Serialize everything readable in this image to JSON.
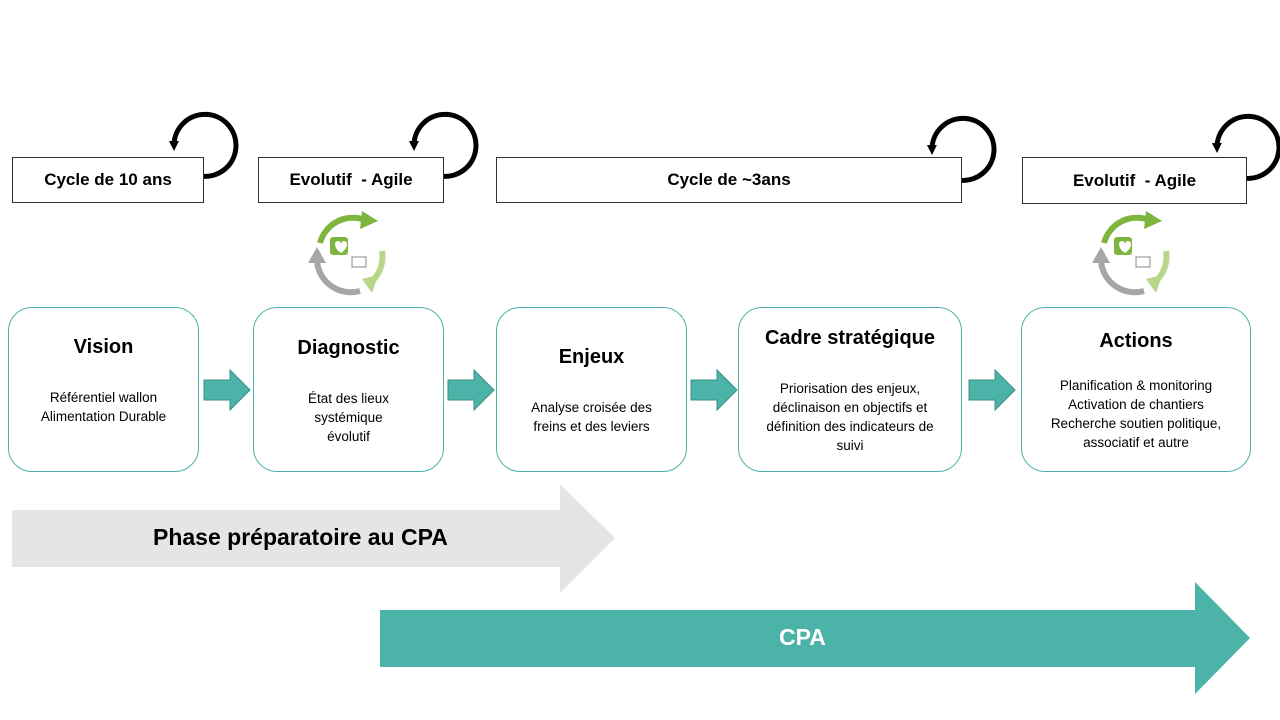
{
  "cycles": [
    {
      "label": "Cycle de 10 ans"
    },
    {
      "label": "Evolutif  - Agile"
    },
    {
      "label": "Cycle de ~3ans"
    },
    {
      "label": "Evolutif  - Agile"
    }
  ],
  "stages": [
    {
      "title": "Vision",
      "lines": [
        "Référentiel wallon",
        "Alimentation Durable"
      ]
    },
    {
      "title": "Diagnostic",
      "lines": [
        "État des lieux",
        "systémique",
        "évolutif"
      ]
    },
    {
      "title": "Enjeux",
      "lines": [
        "Analyse croisée des",
        "freins et des leviers"
      ]
    },
    {
      "title": "Cadre stratégique",
      "lines": [
        "Priorisation des enjeux,",
        "déclinaison en objectifs et",
        "définition des indicateurs de",
        "suivi"
      ]
    },
    {
      "title": "Actions",
      "lines": [
        "Planification & monitoring",
        "Activation de chantiers",
        "Recherche soutien politique,",
        "associatif et autre"
      ]
    }
  ],
  "phases": {
    "preparatory": "Phase préparatoire au CPA",
    "cpa": "CPA"
  },
  "colors": {
    "teal": "#4bb3a8",
    "grey_arrow": "#e6e5e6",
    "green_cycle": "#7db53e",
    "light_green_cycle": "#b7d68a",
    "grey_cycle": "#a6a6a6"
  },
  "icons": [
    "loop-arrow-icon",
    "agile-cycle-icon",
    "step-arrow-icon"
  ]
}
